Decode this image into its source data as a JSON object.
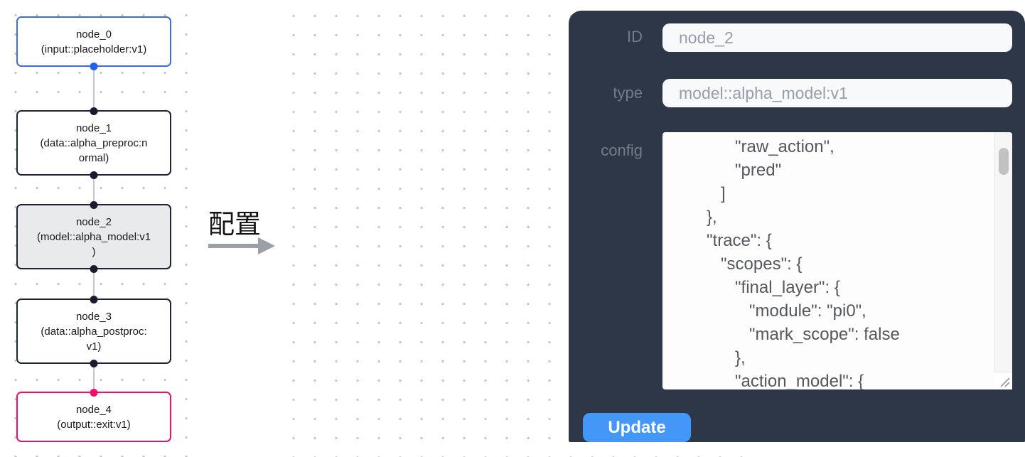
{
  "flow": {
    "nodes": [
      {
        "id": "node_0",
        "label": "node_0\n(input::placeholder:v1)",
        "role": "input",
        "border_color": "#3f6ad8",
        "port_color": "#1f62e8"
      },
      {
        "id": "node_1",
        "label": "node_1\n(data::alpha_preproc:n\normal)",
        "role": "processor",
        "border_color": "#1d2333",
        "port_color": "#191c30"
      },
      {
        "id": "node_2",
        "label": "node_2\n(model::alpha_model:v1\n)",
        "role": "model",
        "selected": true,
        "border_color": "#1d2333",
        "bg_color": "#e9eaec",
        "port_color": "#191c30"
      },
      {
        "id": "node_3",
        "label": "node_3\n(data::alpha_postproc:\nv1)",
        "role": "processor",
        "border_color": "#1d2333",
        "port_color": "#191c30"
      },
      {
        "id": "node_4",
        "label": "node_4\n(output::exit:v1)",
        "role": "output",
        "border_color": "#eb116b",
        "port_color": "#f10d6e"
      }
    ]
  },
  "transition": {
    "label": "配置",
    "arrow_icon": "right-arrow",
    "arrow_color": "#9aa0a6"
  },
  "inspector": {
    "id": {
      "label": "ID",
      "value": "node_2"
    },
    "type": {
      "label": "type",
      "value": "model::alpha_model:v1"
    },
    "config": {
      "label": "config",
      "value": "               \"raw_action\",\n               \"pred\"\n            ]\n         },\n         \"trace\": {\n            \"scopes\": {\n               \"final_layer\": {\n                  \"module\": \"pi0\",\n                  \"mark_scope\": false\n               },\n               \"action_model\": {"
    },
    "update_label": "Update",
    "scrollbar_icon": "vertical-scrollbar",
    "resize_icon": "resize-grip"
  },
  "colors": {
    "panel_bg": "#2d3748",
    "accent_blue": "#4597f7",
    "field_bg": "#f7f9fb",
    "selected_node_bg": "#e9eaec",
    "edge_gray": "#c3c6cb"
  }
}
